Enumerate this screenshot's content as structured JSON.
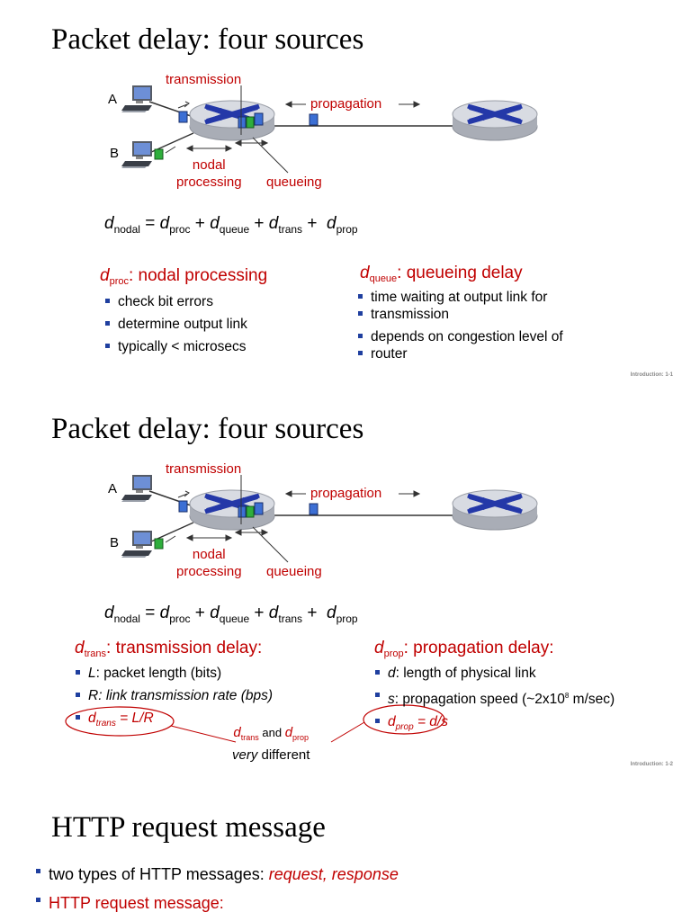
{
  "slide1": {
    "title": "Packet delay: four sources",
    "labels": {
      "host_a": "A",
      "host_b": "B",
      "transmission": "transmission",
      "propagation": "propagation",
      "nodal_line1": "nodal",
      "nodal_line2": "processing",
      "queueing": "queueing"
    },
    "equation": {
      "d": "d",
      "nodal": "nodal",
      "eq": " = ",
      "proc": "proc",
      "plus": " + ",
      "queue": "queue",
      "trans": "trans",
      "prop": "prop"
    },
    "left": {
      "d": "d",
      "sub": "proc",
      "heading": ": nodal processing",
      "bullets": [
        "check bit errors",
        "determine output link",
        "typically < microsecs"
      ]
    },
    "right": {
      "d": "d",
      "sub": "queue",
      "heading": ": queueing delay",
      "bullets": [
        "time waiting at output link for",
        "transmission",
        "depends on congestion level of",
        "router"
      ]
    },
    "footer": "Introduction: 1-1"
  },
  "slide2": {
    "title": "Packet delay: four sources",
    "labels": {
      "host_a": "A",
      "host_b": "B",
      "transmission": "transmission",
      "propagation": "propagation",
      "nodal_line1": "nodal",
      "nodal_line2": "processing",
      "queueing": "queueing"
    },
    "equation": {
      "d": "d",
      "nodal": "nodal",
      "eq": " = ",
      "proc": "proc",
      "plus": " + ",
      "queue": "queue",
      "trans": "trans",
      "prop": "prop"
    },
    "left": {
      "d": "d",
      "sub": "trans",
      "heading": ": transmission delay:",
      "b1_var": "L",
      "b1_text": ": packet length (bits)",
      "b2_var": "R",
      "b2_text": ": link transmission rate (bps)",
      "b3_d": "d",
      "b3_sub": "trans",
      "b3_eq": " = L/R"
    },
    "right": {
      "d": "d",
      "sub": "prop",
      "heading": ": propagation delay:",
      "b1_var": "d",
      "b1_text": ": length of physical link",
      "b2_var": "s",
      "b2_text": ": propagation speed (~2x10",
      "b2_sup": "8",
      "b2_tail": " m/sec)",
      "b3_d": "d",
      "b3_sub": "prop",
      "b3_eq": " = d/s"
    },
    "note": {
      "d1": "d",
      "sub1": "trans",
      "and": " and ",
      "d2": "d",
      "sub2": "prop",
      "very": "very",
      "different": " different"
    },
    "footer": "Introduction: 1-2"
  },
  "slide3": {
    "title": "HTTP request message",
    "bullet1_text": "two types of HTTP messages: ",
    "bullet1_em": "request, response",
    "bullet2_text": "HTTP request message:"
  },
  "colors": {
    "red": "#c00000",
    "router": "#c9ccd3",
    "x_blue": "#2438a8",
    "packet_blue": "#3c6fd4",
    "packet_green": "#2fae3c"
  }
}
